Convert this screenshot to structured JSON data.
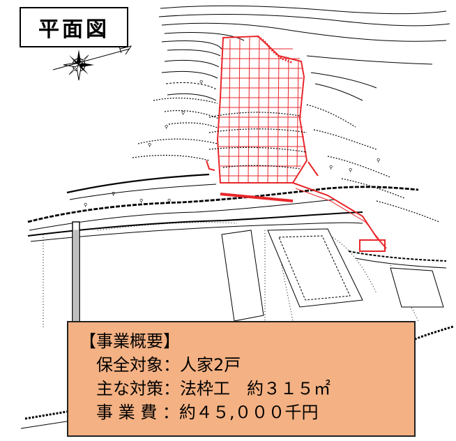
{
  "title": "平面図",
  "summary": {
    "heading": "【事業概要】",
    "rows": [
      {
        "label": "保全対象：",
        "value": "人家2戸"
      },
      {
        "label": "主な対策：",
        "value": "法枠工　約３１５㎡"
      },
      {
        "label": "事 業 費 ：",
        "value": "約４５,０００千円"
      }
    ]
  },
  "colors": {
    "panel_fill": "#f4b183",
    "works_red": "#e8262a",
    "contour": "#000000"
  },
  "icons": [
    "compass-rose-icon",
    "north-arrow-icon"
  ]
}
